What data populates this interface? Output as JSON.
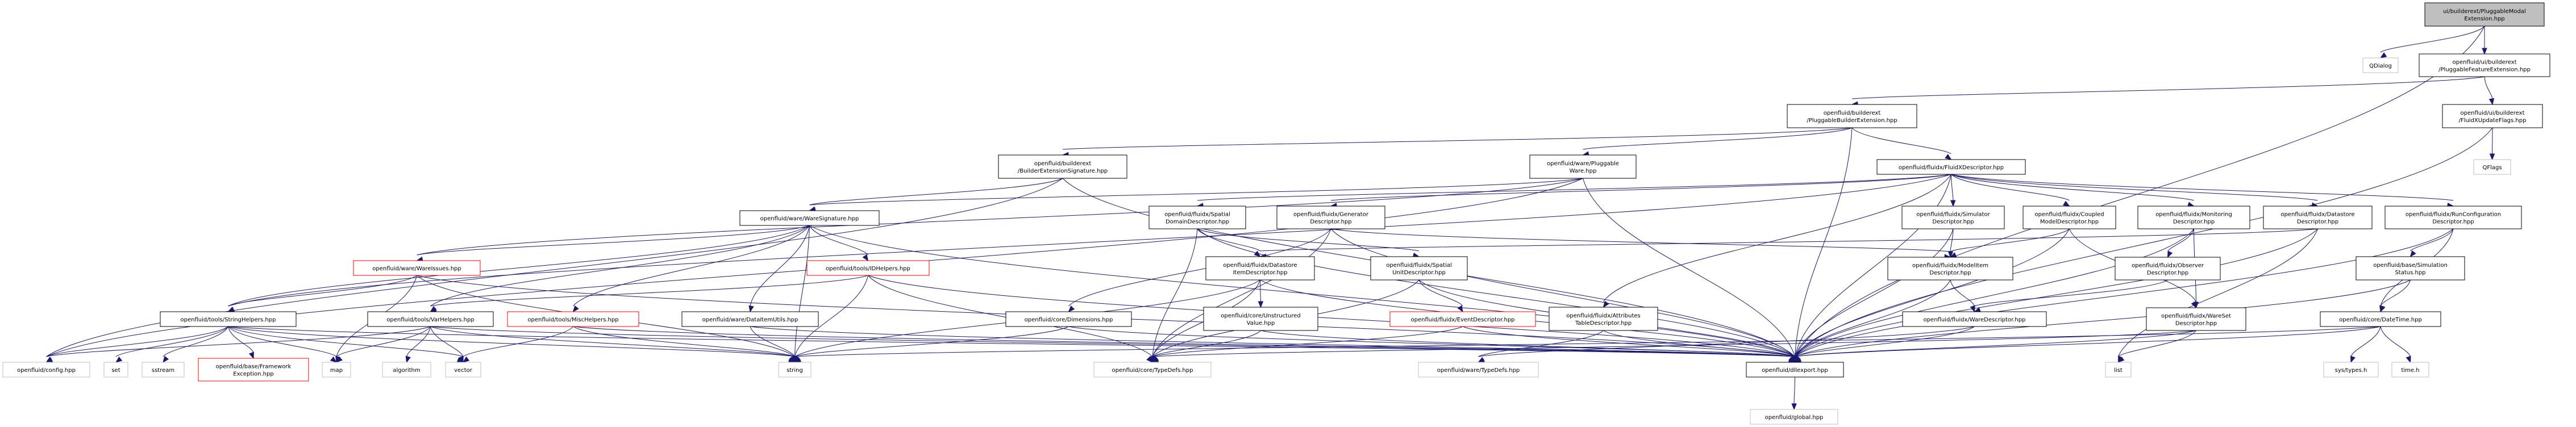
{
  "graph": {
    "type": "include-dependency-graph",
    "colors": {
      "edge": "#191970",
      "root_fill": "#bfbfbf",
      "documented_border": "#000000",
      "external_border": "#bfbfbf",
      "undocumented_border": "#ff0000"
    },
    "nodes": [
      {
        "id": "root",
        "kind": "root",
        "lines": [
          "ui/builderext/PluggableModal",
          "Extension.hpp"
        ]
      },
      {
        "id": "qdialog",
        "kind": "external",
        "lines": [
          "QDialog"
        ]
      },
      {
        "id": "pfe",
        "kind": "local",
        "lines": [
          "openfluid/ui/builderext",
          "/PluggableFeatureExtension.hpp"
        ]
      },
      {
        "id": "pbe",
        "kind": "local",
        "lines": [
          "openfluid/builderext",
          "/PluggableBuilderExtension.hpp"
        ]
      },
      {
        "id": "fxuf",
        "kind": "local",
        "lines": [
          "openfluid/ui/builderext",
          "/FluidXUpdateFlags.hpp"
        ]
      },
      {
        "id": "bes",
        "kind": "local",
        "lines": [
          "openfluid/builderext",
          "/BuilderExtensionSignature.hpp"
        ]
      },
      {
        "id": "pw",
        "kind": "local",
        "lines": [
          "openfluid/ware/Pluggable",
          "Ware.hpp"
        ]
      },
      {
        "id": "fxd",
        "kind": "local",
        "lines": [
          "openfluid/fluidx/FluidXDescriptor.hpp"
        ]
      },
      {
        "id": "qflags",
        "kind": "external",
        "lines": [
          "QFlags"
        ]
      },
      {
        "id": "ws",
        "kind": "local",
        "lines": [
          "openfluid/ware/WareSignature.hpp"
        ]
      },
      {
        "id": "sdd",
        "kind": "local",
        "lines": [
          "openfluid/fluidx/Spatial",
          "DomainDescriptor.hpp"
        ]
      },
      {
        "id": "gd",
        "kind": "local",
        "lines": [
          "openfluid/fluidx/Generator",
          "Descriptor.hpp"
        ]
      },
      {
        "id": "simd",
        "kind": "local",
        "lines": [
          "openfluid/fluidx/Simulator",
          "Descriptor.hpp"
        ]
      },
      {
        "id": "cmd",
        "kind": "local",
        "lines": [
          "openfluid/fluidx/Coupled",
          "ModelDescriptor.hpp"
        ]
      },
      {
        "id": "mond",
        "kind": "local",
        "lines": [
          "openfluid/fluidx/Monitoring",
          "Descriptor.hpp"
        ]
      },
      {
        "id": "dsd",
        "kind": "local",
        "lines": [
          "openfluid/fluidx/Datastore",
          "Descriptor.hpp"
        ]
      },
      {
        "id": "rcd",
        "kind": "local",
        "lines": [
          "openfluid/fluidx/RunConfiguration",
          "Descriptor.hpp"
        ]
      },
      {
        "id": "wi",
        "kind": "undoc",
        "lines": [
          "openfluid/ware/WareIssues.hpp"
        ]
      },
      {
        "id": "idh",
        "kind": "undoc",
        "lines": [
          "openfluid/tools/IDHelpers.hpp"
        ]
      },
      {
        "id": "dsid",
        "kind": "local",
        "lines": [
          "openfluid/fluidx/Datastore",
          "ItemDescriptor.hpp"
        ]
      },
      {
        "id": "sud",
        "kind": "local",
        "lines": [
          "openfluid/fluidx/Spatial",
          "UnitDescriptor.hpp"
        ]
      },
      {
        "id": "mid",
        "kind": "local",
        "lines": [
          "openfluid/fluidx/ModelItem",
          "Descriptor.hpp"
        ]
      },
      {
        "id": "obsd",
        "kind": "local",
        "lines": [
          "openfluid/fluidx/Observer",
          "Descriptor.hpp"
        ]
      },
      {
        "id": "ss",
        "kind": "local",
        "lines": [
          "openfluid/base/Simulation",
          "Status.hpp"
        ]
      },
      {
        "id": "sh",
        "kind": "local",
        "lines": [
          "openfluid/tools/StringHelpers.hpp"
        ]
      },
      {
        "id": "vh",
        "kind": "local",
        "lines": [
          "openfluid/tools/VarHelpers.hpp"
        ]
      },
      {
        "id": "mh",
        "kind": "undoc",
        "lines": [
          "openfluid/tools/MiscHelpers.hpp"
        ]
      },
      {
        "id": "diu",
        "kind": "local",
        "lines": [
          "openfluid/ware/DataItemUtils.hpp"
        ]
      },
      {
        "id": "dim",
        "kind": "local",
        "lines": [
          "openfluid/core/Dimensions.hpp"
        ]
      },
      {
        "id": "uv",
        "kind": "local",
        "lines": [
          "openfluid/core/Unstructured",
          "Value.hpp"
        ]
      },
      {
        "id": "ed",
        "kind": "undoc",
        "lines": [
          "openfluid/fluidx/EventDescriptor.hpp"
        ]
      },
      {
        "id": "atd",
        "kind": "local",
        "lines": [
          "openfluid/fluidx/Attributes",
          "TableDescriptor.hpp"
        ]
      },
      {
        "id": "wd",
        "kind": "local",
        "lines": [
          "openfluid/fluidx/WareDescriptor.hpp"
        ]
      },
      {
        "id": "wsd",
        "kind": "local",
        "lines": [
          "openfluid/fluidx/WareSet",
          "Descriptor.hpp"
        ]
      },
      {
        "id": "dt",
        "kind": "local",
        "lines": [
          "openfluid/core/DateTime.hpp"
        ]
      },
      {
        "id": "config",
        "kind": "external",
        "lines": [
          "openfluid/config.hpp"
        ]
      },
      {
        "id": "set",
        "kind": "external",
        "lines": [
          "set"
        ]
      },
      {
        "id": "sstream",
        "kind": "external",
        "lines": [
          "sstream"
        ]
      },
      {
        "id": "fe",
        "kind": "undoc",
        "lines": [
          "openfluid/base/Framework",
          "Exception.hpp"
        ]
      },
      {
        "id": "map",
        "kind": "external",
        "lines": [
          "map"
        ]
      },
      {
        "id": "algorithm",
        "kind": "external",
        "lines": [
          "algorithm"
        ]
      },
      {
        "id": "vector",
        "kind": "external",
        "lines": [
          "vector"
        ]
      },
      {
        "id": "string",
        "kind": "external",
        "lines": [
          "string"
        ]
      },
      {
        "id": "ctd",
        "kind": "external",
        "lines": [
          "openfluid/core/TypeDefs.hpp"
        ]
      },
      {
        "id": "wtd",
        "kind": "external",
        "lines": [
          "openfluid/ware/TypeDefs.hpp"
        ]
      },
      {
        "id": "dll",
        "kind": "local",
        "lines": [
          "openfluid/dllexport.hpp"
        ]
      },
      {
        "id": "list",
        "kind": "external",
        "lines": [
          "list"
        ]
      },
      {
        "id": "systypes",
        "kind": "external",
        "lines": [
          "sys/types.h"
        ]
      },
      {
        "id": "timeh",
        "kind": "external",
        "lines": [
          "time.h"
        ]
      },
      {
        "id": "global",
        "kind": "external",
        "lines": [
          "openfluid/global.hpp"
        ]
      }
    ],
    "edges": [
      [
        "root",
        "qdialog"
      ],
      [
        "root",
        "pfe"
      ],
      [
        "root",
        "dll"
      ],
      [
        "pfe",
        "pbe"
      ],
      [
        "pfe",
        "fxuf"
      ],
      [
        "fxuf",
        "qflags"
      ],
      [
        "fxuf",
        "dll"
      ],
      [
        "pbe",
        "bes"
      ],
      [
        "pbe",
        "pw"
      ],
      [
        "pbe",
        "fxd"
      ],
      [
        "pbe",
        "dll"
      ],
      [
        "bes",
        "ws"
      ],
      [
        "bes",
        "config"
      ],
      [
        "bes",
        "dll"
      ],
      [
        "pw",
        "ws"
      ],
      [
        "pw",
        "wi"
      ],
      [
        "pw",
        "config"
      ],
      [
        "pw",
        "dll"
      ],
      [
        "fxd",
        "sdd"
      ],
      [
        "fxd",
        "gd"
      ],
      [
        "fxd",
        "simd"
      ],
      [
        "fxd",
        "cmd"
      ],
      [
        "fxd",
        "mond"
      ],
      [
        "fxd",
        "dsd"
      ],
      [
        "fxd",
        "rcd"
      ],
      [
        "fxd",
        "atd"
      ],
      [
        "fxd",
        "dll"
      ],
      [
        "fxd",
        "sh"
      ],
      [
        "ws",
        "wi"
      ],
      [
        "ws",
        "idh"
      ],
      [
        "ws",
        "diu"
      ],
      [
        "ws",
        "mh"
      ],
      [
        "ws",
        "sh"
      ],
      [
        "ws",
        "vh"
      ],
      [
        "ws",
        "dll"
      ],
      [
        "ws",
        "string"
      ],
      [
        "sdd",
        "sud"
      ],
      [
        "sdd",
        "dsid"
      ],
      [
        "sdd",
        "dll"
      ],
      [
        "sdd",
        "ctd"
      ],
      [
        "gd",
        "dim"
      ],
      [
        "gd",
        "mid"
      ],
      [
        "gd",
        "dll"
      ],
      [
        "gd",
        "ctd"
      ],
      [
        "simd",
        "mid"
      ],
      [
        "simd",
        "dll"
      ],
      [
        "cmd",
        "mid"
      ],
      [
        "cmd",
        "wsd"
      ],
      [
        "cmd",
        "dll"
      ],
      [
        "mond",
        "obsd"
      ],
      [
        "mond",
        "wsd"
      ],
      [
        "mond",
        "dll"
      ],
      [
        "dsd",
        "dsid"
      ],
      [
        "dsd",
        "list"
      ],
      [
        "dsd",
        "dll"
      ],
      [
        "rcd",
        "ss"
      ],
      [
        "rcd",
        "dt"
      ],
      [
        "rcd",
        "dll"
      ],
      [
        "wi",
        "sh"
      ],
      [
        "wi",
        "map"
      ],
      [
        "wi",
        "string"
      ],
      [
        "wi",
        "dll"
      ],
      [
        "idh",
        "string"
      ],
      [
        "idh",
        "vh"
      ],
      [
        "idh",
        "ctd"
      ],
      [
        "idh",
        "dll"
      ],
      [
        "dsid",
        "uv"
      ],
      [
        "dsid",
        "string"
      ],
      [
        "dsid",
        "ctd"
      ],
      [
        "dsid",
        "dll"
      ],
      [
        "sud",
        "ed"
      ],
      [
        "sud",
        "ctd"
      ],
      [
        "sud",
        "dll"
      ],
      [
        "mid",
        "wd"
      ],
      [
        "mid",
        "dll"
      ],
      [
        "obsd",
        "wd"
      ],
      [
        "ss",
        "dt"
      ],
      [
        "ss",
        "dll"
      ],
      [
        "sh",
        "config"
      ],
      [
        "sh",
        "set"
      ],
      [
        "sh",
        "sstream"
      ],
      [
        "sh",
        "fe"
      ],
      [
        "sh",
        "map"
      ],
      [
        "sh",
        "vector"
      ],
      [
        "sh",
        "string"
      ],
      [
        "sh",
        "dll"
      ],
      [
        "vh",
        "map"
      ],
      [
        "vh",
        "algorithm"
      ],
      [
        "vh",
        "vector"
      ],
      [
        "vh",
        "string"
      ],
      [
        "vh",
        "config"
      ],
      [
        "vh",
        "dll"
      ],
      [
        "mh",
        "vector"
      ],
      [
        "mh",
        "string"
      ],
      [
        "mh",
        "dll"
      ],
      [
        "diu",
        "string"
      ],
      [
        "diu",
        "dll"
      ],
      [
        "dim",
        "string"
      ],
      [
        "dim",
        "dll"
      ],
      [
        "uv",
        "ctd"
      ],
      [
        "uv",
        "dll"
      ],
      [
        "ed",
        "ctd"
      ],
      [
        "ed",
        "dll"
      ],
      [
        "atd",
        "wtd"
      ],
      [
        "atd",
        "dll"
      ],
      [
        "wd",
        "wtd"
      ],
      [
        "wd",
        "dll"
      ],
      [
        "wsd",
        "list"
      ],
      [
        "wsd",
        "ctd"
      ],
      [
        "wsd",
        "dll"
      ],
      [
        "dt",
        "systypes"
      ],
      [
        "dt",
        "timeh"
      ],
      [
        "dt",
        "string"
      ],
      [
        "dt",
        "dll"
      ],
      [
        "dll",
        "global"
      ]
    ]
  }
}
